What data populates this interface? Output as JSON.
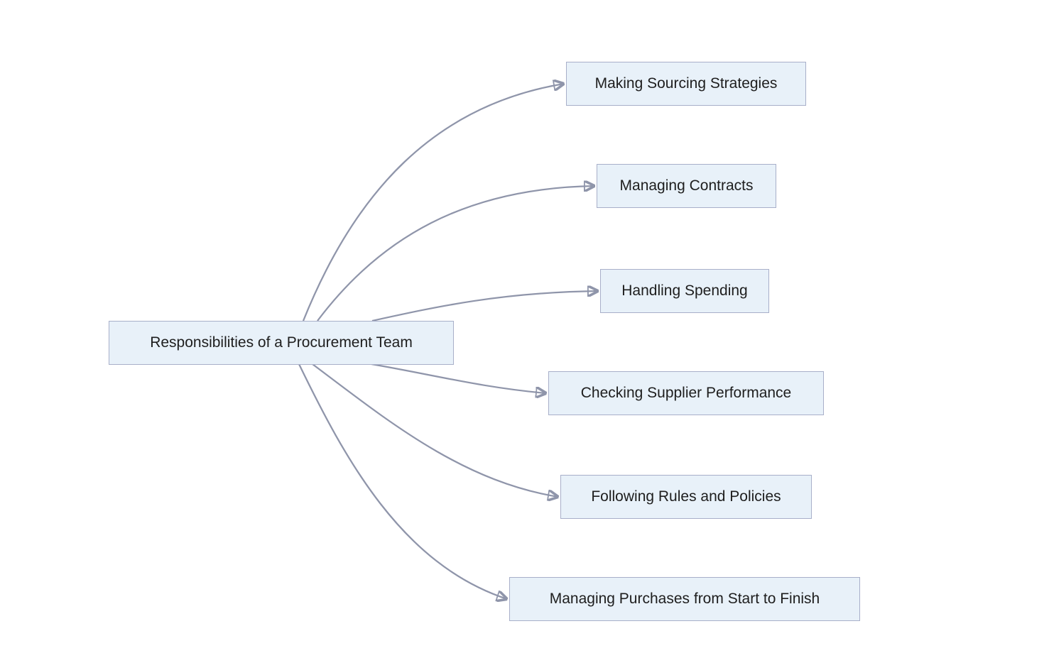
{
  "diagram": {
    "type": "mindmap-flowchart",
    "direction": "left-to-right",
    "root": {
      "label": "Responsibilities of a Procurement Team"
    },
    "children": [
      {
        "label": "Making Sourcing Strategies"
      },
      {
        "label": "Managing Contracts"
      },
      {
        "label": "Handling Spending"
      },
      {
        "label": "Checking Supplier Performance"
      },
      {
        "label": "Following Rules and Policies"
      },
      {
        "label": "Managing Purchases from Start to Finish"
      }
    ],
    "colors": {
      "background": "#FFFFFF",
      "node_fill": "#E8F1F9",
      "node_border": "#A8AFC9",
      "edge": "#8F95AA",
      "text": "#1E1E1E"
    }
  }
}
